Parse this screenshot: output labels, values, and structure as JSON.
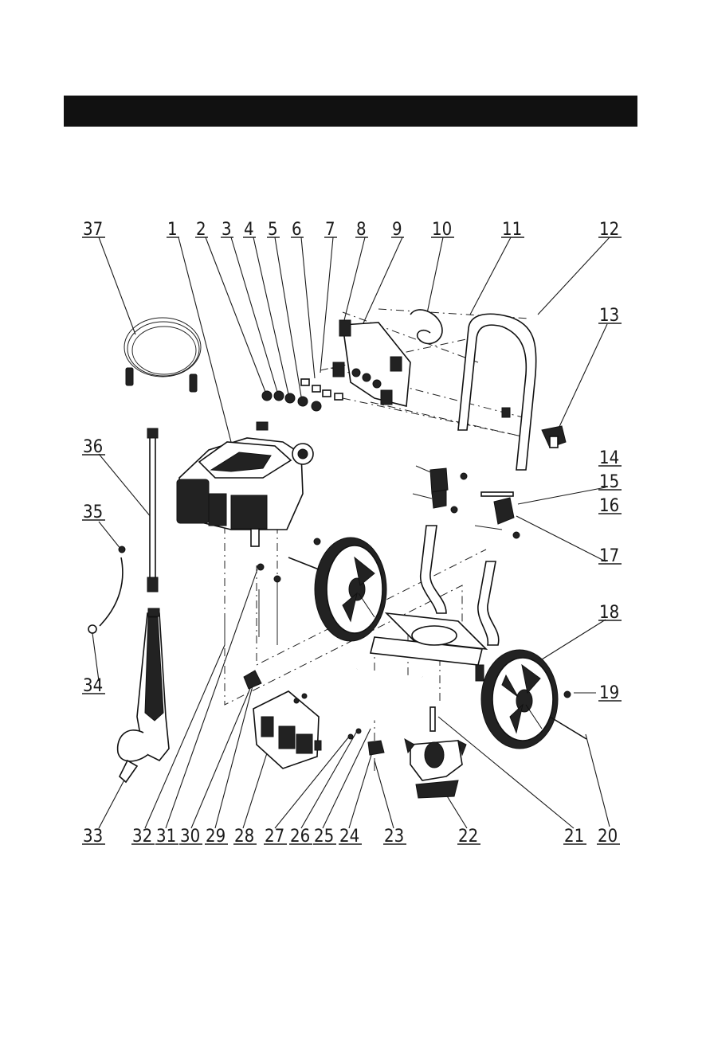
{
  "header": {
    "title": ""
  },
  "labels": [
    {
      "num": "37"
    },
    {
      "num": "1"
    },
    {
      "num": "2"
    },
    {
      "num": "3"
    },
    {
      "num": "4"
    },
    {
      "num": "5"
    },
    {
      "num": "6"
    },
    {
      "num": "7"
    },
    {
      "num": "8"
    },
    {
      "num": "9"
    },
    {
      "num": "10"
    },
    {
      "num": "11"
    },
    {
      "num": "12"
    },
    {
      "num": "13"
    },
    {
      "num": "14"
    },
    {
      "num": "15"
    },
    {
      "num": "16"
    },
    {
      "num": "17"
    },
    {
      "num": "36"
    },
    {
      "num": "35"
    },
    {
      "num": "34"
    },
    {
      "num": "18"
    },
    {
      "num": "19"
    },
    {
      "num": "33"
    },
    {
      "num": "32"
    },
    {
      "num": "31"
    },
    {
      "num": "30"
    },
    {
      "num": "29"
    },
    {
      "num": "28"
    },
    {
      "num": "27"
    },
    {
      "num": "26"
    },
    {
      "num": "25"
    },
    {
      "num": "24"
    },
    {
      "num": "23"
    },
    {
      "num": "22"
    },
    {
      "num": "21"
    },
    {
      "num": "20"
    }
  ]
}
